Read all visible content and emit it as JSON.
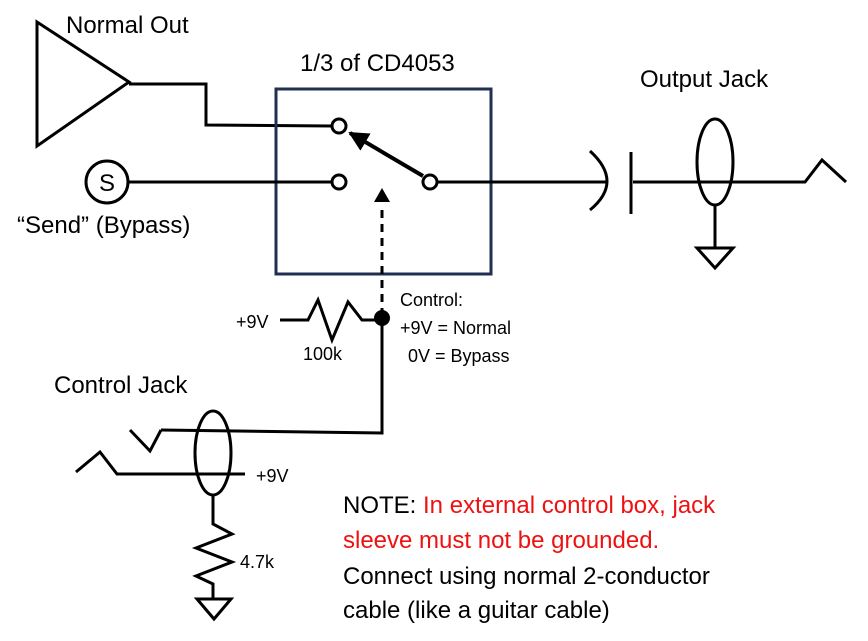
{
  "labels": {
    "normal_out": "Normal Out",
    "ic": "1/3 of CD4053",
    "output_jack": "Output Jack",
    "send_symbol": "S",
    "send": "“Send” (Bypass)",
    "plus9v_left": "+9V",
    "resistor_100k": "100k",
    "control_title": "Control:",
    "control_normal": "+9V = Normal",
    "control_bypass": "0V = Bypass",
    "control_jack": "Control Jack",
    "plus9v_jack": "+9V",
    "resistor_4k7": "4.7k"
  },
  "note": {
    "prefix": "NOTE: ",
    "red_line1": "In external control box, jack",
    "red_line2": "sleeve must not be grounded.",
    "line3": "Connect using normal 2-conductor",
    "line4": "cable (like a guitar cable)"
  },
  "colors": {
    "wire": "#000000",
    "ic_box": "#1f3050",
    "note_red": "#ee1111"
  }
}
